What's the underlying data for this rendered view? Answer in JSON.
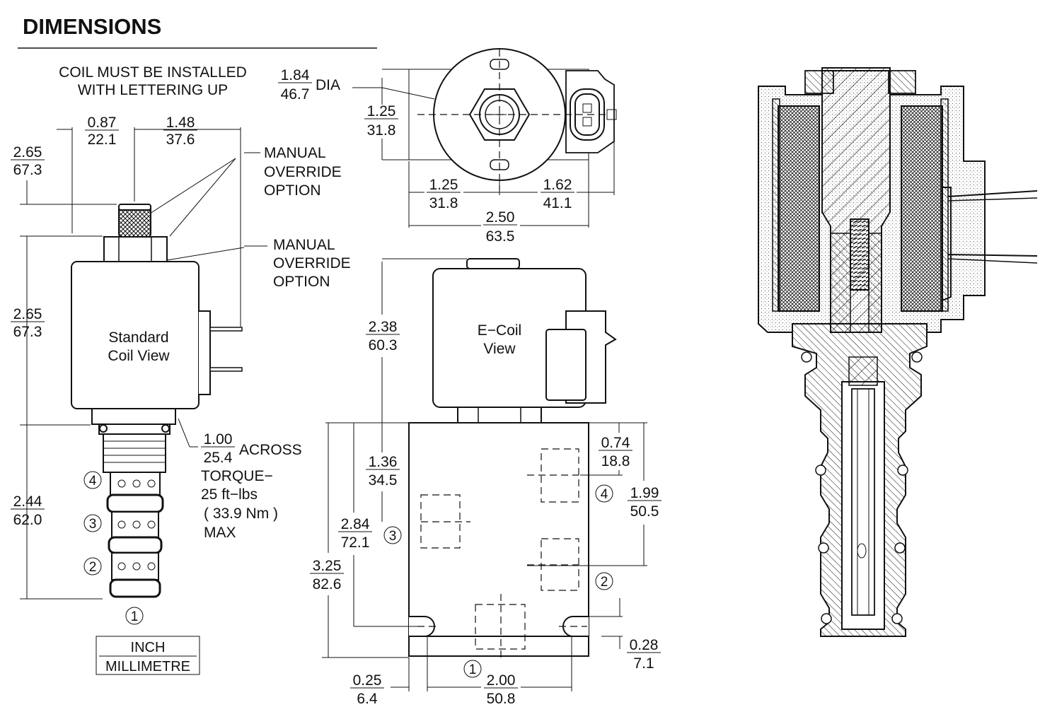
{
  "title": "DIMENSIONS",
  "note": [
    "COIL MUST BE INSTALLED",
    "WITH LETTERING UP"
  ],
  "dia": {
    "in": "1.84",
    "mm": "46.7",
    "label": "DIA"
  },
  "manual_override_1": [
    "MANUAL",
    "OVERRIDE",
    "OPTION"
  ],
  "manual_override_2": [
    "MANUAL",
    "OVERRIDE",
    "OPTION"
  ],
  "std_coil_label": [
    "Standard",
    "Coil View"
  ],
  "ecoil_label": [
    "E−Coil",
    "View"
  ],
  "across": {
    "in": "1.00",
    "mm": "25.4",
    "label": "ACROSS"
  },
  "torque": [
    "TORQUE−",
    "25 ft−lbs",
    "( 33.9 Nm )",
    "MAX"
  ],
  "units_box": {
    "top": "INCH",
    "bottom": "MILLIMETRE"
  },
  "dims": {
    "d087": {
      "in": "0.87",
      "mm": "22.1"
    },
    "d148": {
      "in": "1.48",
      "mm": "37.6"
    },
    "d265a": {
      "in": "2.65",
      "mm": "67.3"
    },
    "d265b": {
      "in": "2.65",
      "mm": "67.3"
    },
    "d244": {
      "in": "2.44",
      "mm": "62.0"
    },
    "d125v": {
      "in": "1.25",
      "mm": "31.8"
    },
    "d125h": {
      "in": "1.25",
      "mm": "31.8"
    },
    "d162": {
      "in": "1.62",
      "mm": "41.1"
    },
    "d250": {
      "in": "2.50",
      "mm": "63.5"
    },
    "d238": {
      "in": "2.38",
      "mm": "60.3"
    },
    "d136": {
      "in": "1.36",
      "mm": "34.5"
    },
    "d284": {
      "in": "2.84",
      "mm": "72.1"
    },
    "d325": {
      "in": "3.25",
      "mm": "82.6"
    },
    "d074": {
      "in": "0.74",
      "mm": "18.8"
    },
    "d199": {
      "in": "1.99",
      "mm": "50.5"
    },
    "d028": {
      "in": "0.28",
      "mm": "7.1"
    },
    "d025": {
      "in": "0.25",
      "mm": "6.4"
    },
    "d200": {
      "in": "2.00",
      "mm": "50.8"
    }
  },
  "ports": {
    "p1": "1",
    "p2": "2",
    "p3": "3",
    "p4": "4"
  }
}
